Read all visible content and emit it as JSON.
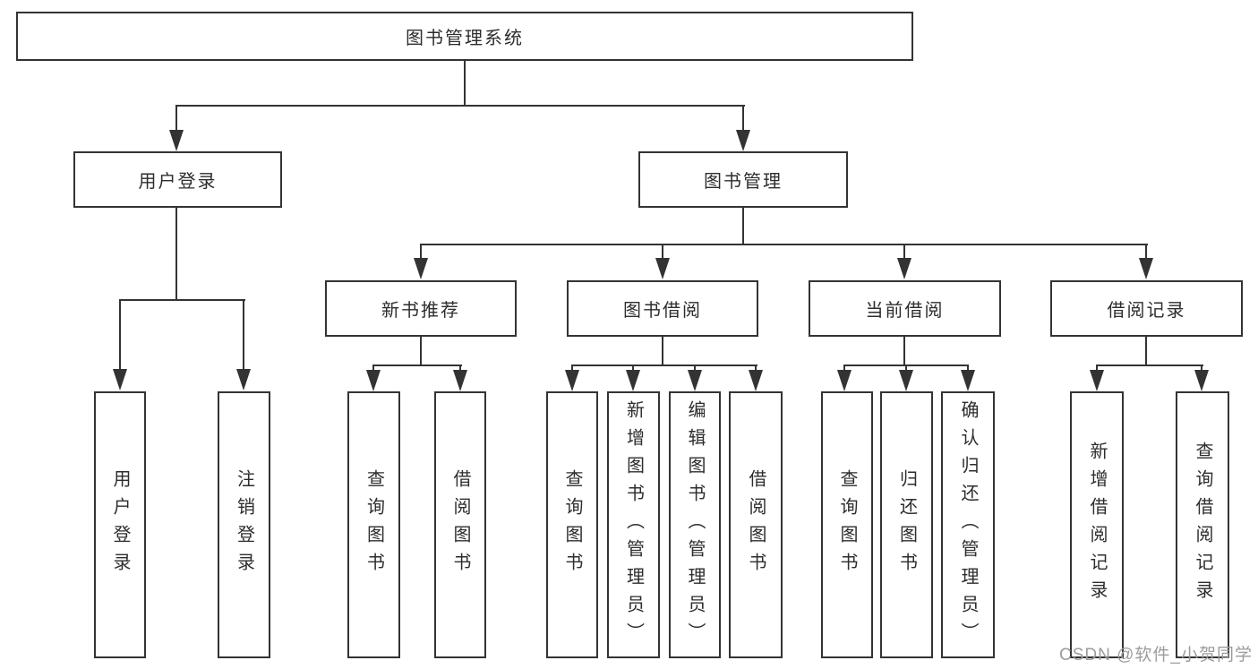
{
  "tree": {
    "label": "图书管理系统",
    "children": [
      {
        "label": "用户登录",
        "children": [
          {
            "label": "用户登录"
          },
          {
            "label": "注销登录"
          }
        ]
      },
      {
        "label": "图书管理",
        "children": [
          {
            "label": "新书推荐",
            "children": [
              {
                "label": "查询图书"
              },
              {
                "label": "借阅图书"
              }
            ]
          },
          {
            "label": "图书借阅",
            "children": [
              {
                "label": "查询图书"
              },
              {
                "label": "新增图书（管理员）"
              },
              {
                "label": "编辑图书（管理员）"
              },
              {
                "label": "借阅图书"
              }
            ]
          },
          {
            "label": "当前借阅",
            "children": [
              {
                "label": "查询图书"
              },
              {
                "label": "归还图书"
              },
              {
                "label": "确认归还（管理员）"
              }
            ]
          },
          {
            "label": "借阅记录",
            "children": [
              {
                "label": "新增借阅记录"
              },
              {
                "label": "查询借阅记录"
              }
            ]
          }
        ]
      }
    ]
  },
  "watermark": {
    "text": "CSDN @软件_小贺同学"
  },
  "colors": {
    "box_border": "#333333",
    "line": "#333333",
    "text": "#2d2d2d",
    "watermark": "#9c9c9c",
    "background": "#ffffff"
  }
}
